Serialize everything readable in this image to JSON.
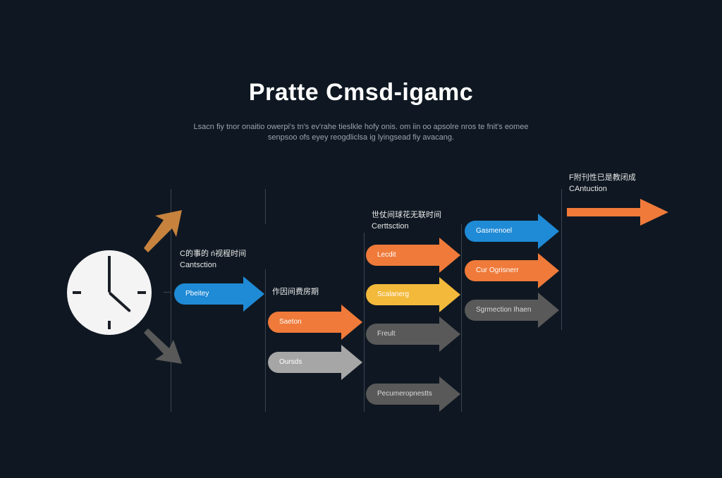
{
  "title": "Pratte Cmsd-igamc",
  "subtitle": {
    "line1": "Lsacn fiy tnor onaitio owerpi's tn's ev'rahe tieslkle hofy onis. om iin oo apsolre nros te fnit's eomee",
    "line2": "senpsoo ofs eyey reogdliclsa ig lyingsead fiy avacang."
  },
  "colors": {
    "background": "#0f1822",
    "blue": "#1f8ad6",
    "orange": "#ef7a3a",
    "yellow": "#f2b93b",
    "gray": "#a6a6a6",
    "dark_gray": "#595959",
    "tan": "#c7833e"
  },
  "clock": {
    "icon": "clock-icon"
  },
  "labels": {
    "l1": {
      "line1": "C的事的 ń视程时间",
      "line2": "Cantsction"
    },
    "l2": {
      "line1": "作因间费房期"
    },
    "l3": {
      "line1": "世仗间球花无联时间",
      "line2": "Certtsction"
    },
    "l4": {
      "line1": "F附刊性已是教闭成",
      "line2": "CAntuction"
    }
  },
  "arrows": {
    "a1": "Pbeitey",
    "a2": "Saeton",
    "a3": "Oursds",
    "a4": "Lecdit",
    "a5": "Scalanerg",
    "a6": "Freult",
    "a7": "Pecumeropnestts",
    "a8": "Gasmenoel",
    "a9": "Cur Ogrisnerr",
    "a10": "Sgrmection Ihaen"
  }
}
